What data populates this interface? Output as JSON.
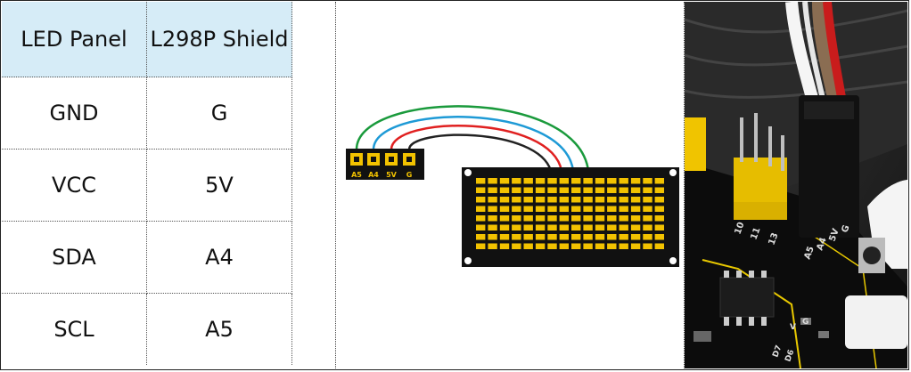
{
  "table": {
    "headers": [
      "LED Panel",
      "L298P Shield"
    ],
    "rows": [
      [
        "GND",
        "G"
      ],
      [
        "VCC",
        "5V"
      ],
      [
        "SDA",
        "A4"
      ],
      [
        "SCL",
        "A5"
      ]
    ]
  },
  "connector": {
    "pins": [
      "A5",
      "A4",
      "5V",
      "G"
    ]
  },
  "wires": {
    "colors": [
      "#1a9a3c",
      "#1e9ad6",
      "#e02020",
      "#222222"
    ]
  },
  "photo": {
    "board_labels": [
      "10",
      "11",
      "13",
      "A5",
      "A4",
      "5V",
      "G",
      "D7",
      "D6",
      "V",
      "G"
    ]
  }
}
